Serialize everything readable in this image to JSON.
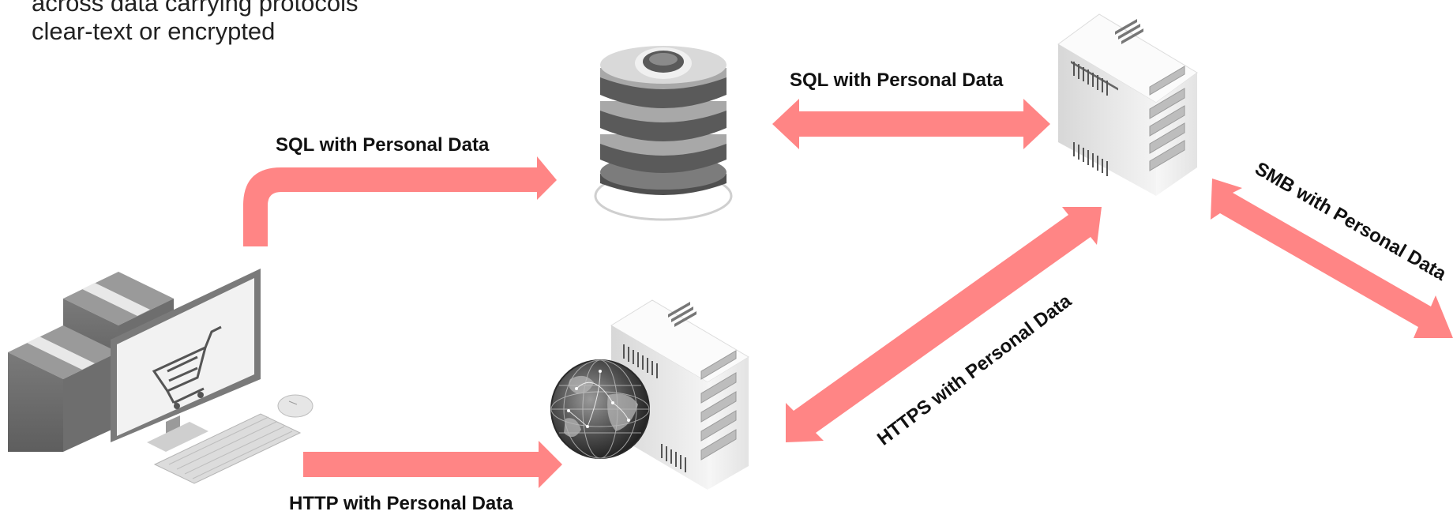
{
  "intro": {
    "line1": "across data carrying protocols",
    "line2": "clear-text or encrypted"
  },
  "flows": {
    "sql_client_db": "SQL with Personal Data",
    "sql_db_server": "SQL with Personal Data",
    "smb_server_out": "SMB with Personal Data",
    "https_server_web": "HTTPS with Personal Data",
    "http_client_web": "HTTP with  Personal Data"
  },
  "colors": {
    "arrow": "#ff8585",
    "server_light": "#f2f2f2",
    "server_dark": "#bdbdbd",
    "db_dark": "#5a5a5a"
  },
  "icons": [
    "client-shop-computer-icon",
    "database-icon",
    "app-server-icon",
    "web-server-icon",
    "globe-icon"
  ]
}
